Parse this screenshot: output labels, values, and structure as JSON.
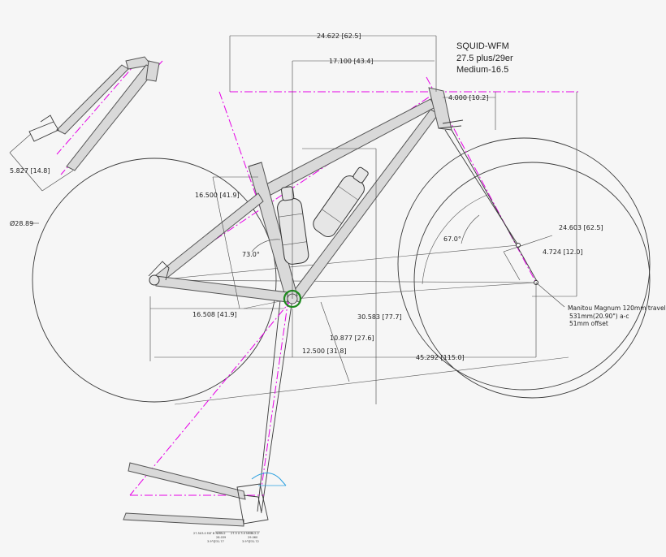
{
  "title": {
    "name": "SQUID-WFM",
    "wheels": "27.5 plus/29er",
    "size": "Medium-16.5"
  },
  "dimensions": {
    "wheelbase_top": "24.622 [62.5]",
    "reach": "17.100 [43.4]",
    "head_tube": "4.000 [10.2]",
    "rear_dropout": "5.827 [14.8]",
    "seat_tube": "16.500 [41.9]",
    "wheel_diameter": "Ø28.89",
    "seat_angle": "73.0°",
    "head_angle": "67.0°",
    "stack": "24.603 [62.5]",
    "fork_offset": "4.724 [12.0]",
    "chainstay": "16.508 [41.9]",
    "bb_height": "30.583 [77.7]",
    "bb_drop": "10.877 [27.6]",
    "front_center": "12.500 [31.8]",
    "wheelbase": "45.292 [115.0]"
  },
  "fork_note": {
    "line1": "Manitou Magnum 120mm travel",
    "line2": "531mm(20.90\") a-c",
    "line3": "51mm offset"
  },
  "tiny_notes": [
    "27.5X3.0 FAT B NMBL2",
    "28.039",
    "3.9°@31.77",
    "27.5 X 3.0 NMBL2-2",
    "29.060",
    "3.9°@31.72"
  ]
}
